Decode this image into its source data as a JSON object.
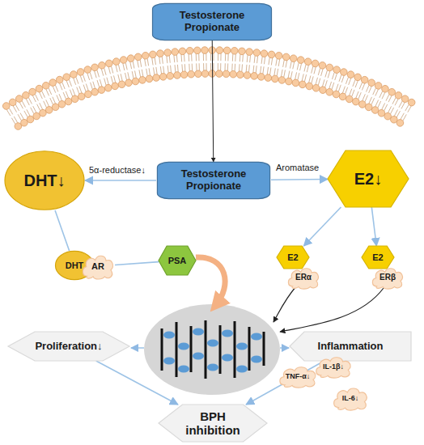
{
  "diagram": {
    "nodes": [
      {
        "text": [
          "Testosterone Propionate"
        ]
      },
      {
        "text": [
          "DHT↓"
        ]
      },
      {
        "text": [
          "Testosterone Propionate"
        ]
      },
      {
        "text": [
          "E2↓"
        ]
      },
      {
        "text": [
          "DHT"
        ]
      },
      {
        "text": [
          "AR"
        ]
      },
      {
        "text": [
          "PSA"
        ]
      },
      {
        "text": [
          "E2"
        ]
      },
      {
        "text": [
          "E2"
        ]
      },
      {
        "text": [
          "ERα"
        ]
      },
      {
        "text": [
          "ERβ"
        ]
      },
      {
        "text": [
          "Proliferation↓"
        ]
      },
      {
        "text": [
          "Inflammation"
        ]
      },
      {
        "text": [
          "TNF-α↓"
        ]
      },
      {
        "text": [
          "IL-1β↓"
        ]
      },
      {
        "text": [
          "IL-6↓"
        ]
      },
      {
        "text": [
          "BPH inhibition"
        ]
      }
    ],
    "edges": [
      {
        "from": 0,
        "to": 2,
        "arrow": "to"
      },
      {
        "from": 2,
        "to": 1,
        "label": "5α-reductase↓",
        "arrow": "to"
      },
      {
        "from": 2,
        "to": 3,
        "label": "Aromatase",
        "arrow": "to"
      },
      {
        "from": 1,
        "to": 4,
        "arrow": "none"
      },
      {
        "from": 5,
        "to": 6,
        "arrow": "none"
      },
      {
        "from": 3,
        "to": 7,
        "arrow": "to"
      },
      {
        "from": 3,
        "to": 8,
        "arrow": "to"
      },
      {
        "from": 11,
        "to": 16,
        "arrow": "to"
      },
      {
        "from": 12,
        "to": 16,
        "arrow": "to"
      }
    ]
  }
}
